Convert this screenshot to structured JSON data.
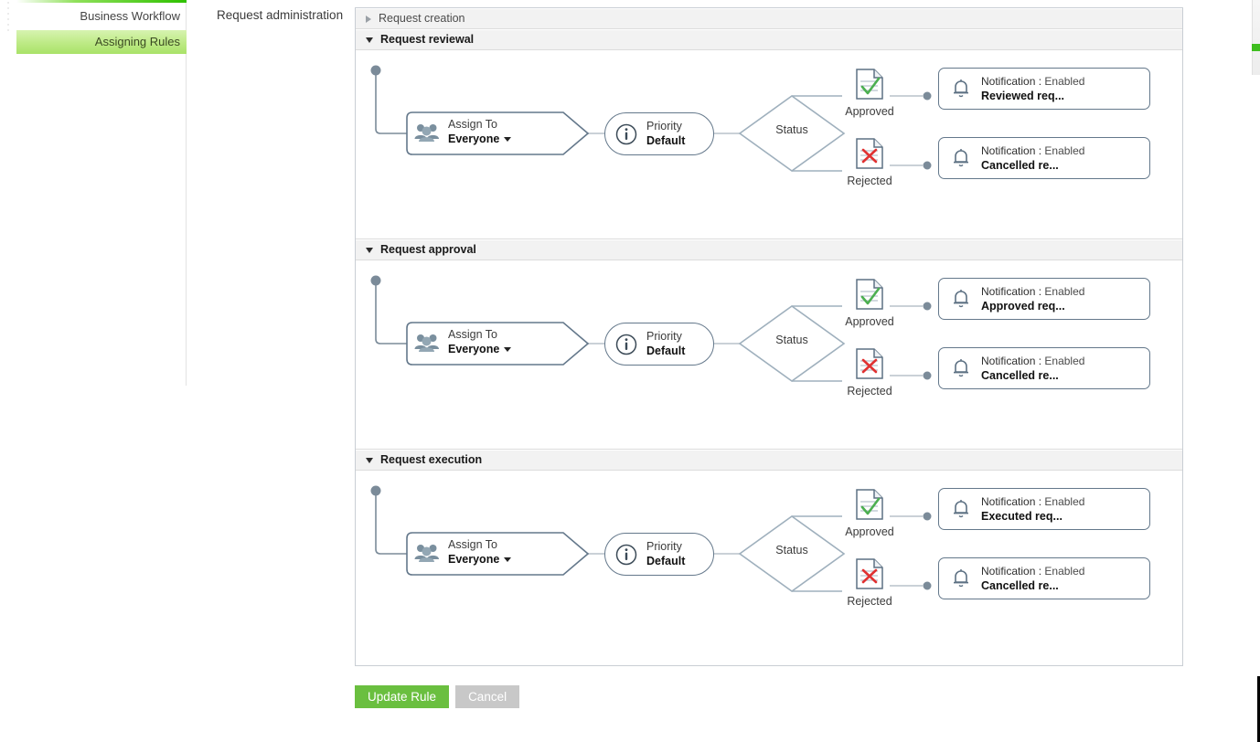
{
  "sidebar": {
    "items": [
      {
        "label": "Business Workflow",
        "active": false
      },
      {
        "label": "Assigning Rules",
        "active": true
      }
    ]
  },
  "form": {
    "label": "Request administration"
  },
  "colors": {
    "accent_green": "#6abf3f",
    "rail_green": "#3fbe1f",
    "node_stroke": "#64788b",
    "approve_green": "#4caf50",
    "reject_red": "#e03131",
    "header_bg": "#f2f2f2"
  },
  "sections": [
    {
      "title": "Request creation",
      "expanded": false,
      "icon": "chevron-right-icon"
    },
    {
      "title": "Request reviewal",
      "expanded": true,
      "icon": "chevron-down-icon",
      "assign": {
        "label": "Assign To",
        "value": "Everyone",
        "icon": "people-icon",
        "caret": "caret-down-icon"
      },
      "priority": {
        "label": "Priority",
        "value": "Default",
        "icon": "info-icon"
      },
      "status": {
        "label": "Status"
      },
      "branches": [
        {
          "caption": "Approved",
          "icon": "document-check-icon",
          "notification": {
            "label": "Notification",
            "separator": ":",
            "state": "Enabled",
            "title": "Reviewed req...",
            "icon": "bell-icon"
          }
        },
        {
          "caption": "Rejected",
          "icon": "document-x-icon",
          "notification": {
            "label": "Notification",
            "separator": ":",
            "state": "Enabled",
            "title": "Cancelled re...",
            "icon": "bell-icon"
          }
        }
      ]
    },
    {
      "title": "Request approval",
      "expanded": true,
      "icon": "chevron-down-icon",
      "assign": {
        "label": "Assign To",
        "value": "Everyone",
        "icon": "people-icon",
        "caret": "caret-down-icon"
      },
      "priority": {
        "label": "Priority",
        "value": "Default",
        "icon": "info-icon"
      },
      "status": {
        "label": "Status"
      },
      "branches": [
        {
          "caption": "Approved",
          "icon": "document-check-icon",
          "notification": {
            "label": "Notification",
            "separator": ":",
            "state": "Enabled",
            "title": "Approved req...",
            "icon": "bell-icon"
          }
        },
        {
          "caption": "Rejected",
          "icon": "document-x-icon",
          "notification": {
            "label": "Notification",
            "separator": ":",
            "state": "Enabled",
            "title": "Cancelled re...",
            "icon": "bell-icon"
          }
        }
      ]
    },
    {
      "title": "Request execution",
      "expanded": true,
      "icon": "chevron-down-icon",
      "assign": {
        "label": "Assign To",
        "value": "Everyone",
        "icon": "people-icon",
        "caret": "caret-down-icon"
      },
      "priority": {
        "label": "Priority",
        "value": "Default",
        "icon": "info-icon"
      },
      "status": {
        "label": "Status"
      },
      "branches": [
        {
          "caption": "Approved",
          "icon": "document-check-icon",
          "notification": {
            "label": "Notification",
            "separator": ":",
            "state": "Enabled",
            "title": "Executed req...",
            "icon": "bell-icon"
          }
        },
        {
          "caption": "Rejected",
          "icon": "document-x-icon",
          "notification": {
            "label": "Notification",
            "separator": ":",
            "state": "Enabled",
            "title": "Cancelled re...",
            "icon": "bell-icon"
          }
        }
      ]
    }
  ],
  "footer": {
    "primary_label": "Update Rule",
    "secondary_label": "Cancel"
  }
}
